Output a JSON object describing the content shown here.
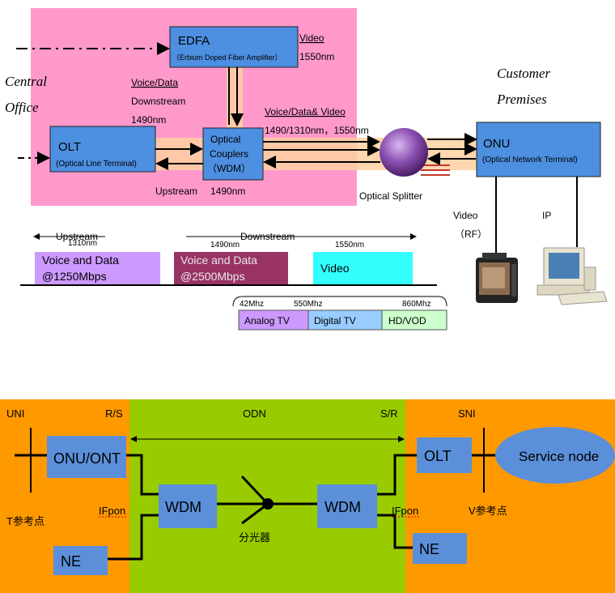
{
  "top": {
    "edfa": {
      "title": "EDFA",
      "sub": "（Erbium Doped Fiber Amplifier）"
    },
    "olt": {
      "title": "OLT",
      "sub": "(Optical Line Terminal)"
    },
    "coupler": {
      "l1": "Optical",
      "l2": "Couplers",
      "l3": "（WDM）"
    },
    "onu": {
      "title": "ONU",
      "sub": "(Optical Network Terminal)"
    },
    "central_office": {
      "l1": "Central",
      "l2": "Office"
    },
    "customer_premises": {
      "l1": "Customer",
      "l2": "Premises"
    },
    "labels": {
      "video": "Video",
      "nm1550": "1550nm",
      "voice_data": "Voice/Data",
      "downstream": "Downstream",
      "nm1490": "1490nm",
      "combined": "Voice/Data& Video",
      "combined_nm": "1490/1310nm，1550nm",
      "upstream": "Upstream",
      "upstream_nm": "1490nm",
      "splitter": "Optical Splitter",
      "video_out": "Video",
      "rf": "（RF）",
      "ip": "IP"
    }
  },
  "spectrum": {
    "upstream": "Upstream",
    "downstream": "Downstream",
    "nm1310": "1310nm",
    "nm1490": "1490nm",
    "nm1550": "1550nm",
    "band1": {
      "l1": "Voice and Data",
      "l2": "@1250Mbps",
      "color": "#cc99ff"
    },
    "band2": {
      "l1": "Voice and Data",
      "l2": "@2500Mbps",
      "color": "#993366"
    },
    "band3": {
      "l1": "Video",
      "color": "#33ffff"
    },
    "f42": "42Mhz",
    "f550": "550Mhz",
    "f860": "860Mhz",
    "sub1": "Analog TV",
    "sub2": "Digital TV",
    "sub3": "HD/VOD"
  },
  "bottom": {
    "uni": "UNI",
    "rs": "R/S",
    "odn": "ODN",
    "sr": "S/R",
    "sni": "SNI",
    "onu_ont": "ONU/ONT",
    "olt": "OLT",
    "service_node": "Service node",
    "wdm_left": "WDM",
    "wdm_right": "WDM",
    "ne_left": "NE",
    "ne_right": "NE",
    "ifpon_left": "IFpon",
    "ifpon_right": "IFpon",
    "t_point": "T参考点",
    "v_point": "V参考点",
    "splitter": "分光器",
    "colors": {
      "orange": "#ff9900",
      "green": "#99cc00",
      "box": "#5b8fd9"
    }
  }
}
